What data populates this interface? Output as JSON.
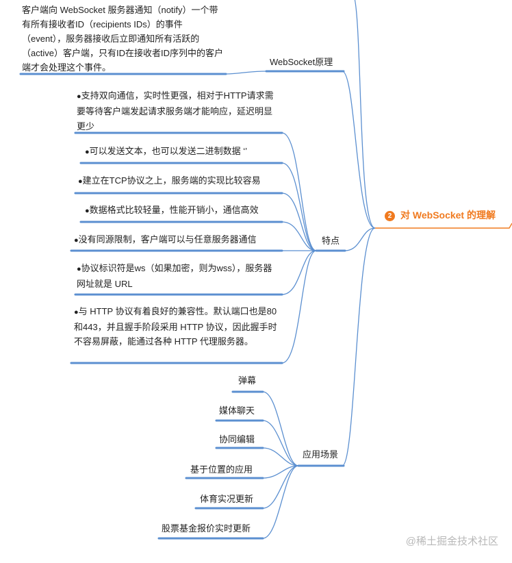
{
  "root": {
    "number": "2",
    "label": "对 WebSocket 的理解"
  },
  "branches": {
    "principle": {
      "label": "WebSocket原理",
      "desc": "客户端向 WebSocket 服务器通知（notify）一个带有所有接收者ID（recipients IDs）的事件（event），服务器接收后立即通知所有活跃的（active）客户端，只有ID在接收者ID序列中的客户端才会处理这个事件。"
    },
    "features": {
      "label": "特点",
      "items": [
        "支持双向通信，实时性更强，相对于HTTP请求需要等待客户端发起请求服务端才能响应，延迟明显更少",
        "可以发送文本，也可以发送二进制数据 ‘’",
        "建立在TCP协议之上，服务端的实现比较容易",
        "数据格式比较轻量，性能开销小，通信高效",
        "没有同源限制，客户端可以与任意服务器通信",
        "协议标识符是ws（如果加密，则为wss），服务器网址就是 URL",
        "与 HTTP 协议有着良好的兼容性。默认端口也是80和443，并且握手阶段采用 HTTP 协议，因此握手时不容易屏蔽，能通过各种 HTTP 代理服务器。"
      ]
    },
    "scenarios": {
      "label": "应用场景",
      "items": [
        "弹幕",
        "媒体聊天",
        "协同编辑",
        "基于位置的应用",
        "体育实况更新",
        "股票基金报价实时更新"
      ]
    }
  },
  "watermark": "@稀土掘金技术社区",
  "colors": {
    "line": "#5b8fd0",
    "root": "#f07a1f"
  }
}
